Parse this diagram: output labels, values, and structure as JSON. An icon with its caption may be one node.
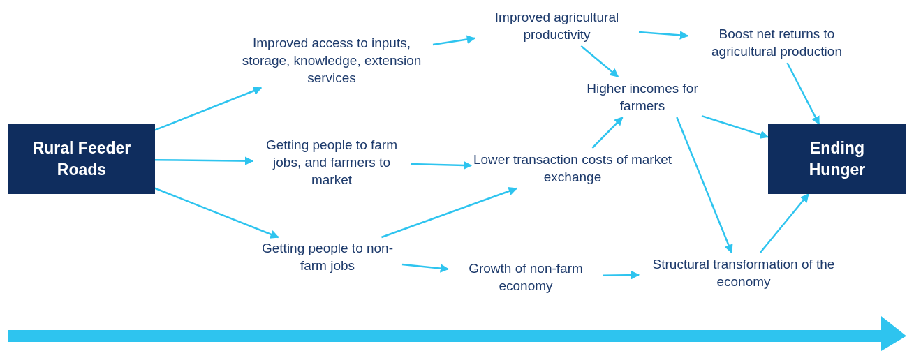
{
  "diagram": {
    "nodes": [
      {
        "text": [
          "Rural Feeder Roads"
        ]
      },
      {
        "text": [
          "Improved access to inputs, storage, knowledge, extension services"
        ]
      },
      {
        "text": [
          "Getting people to farm jobs, and farmers to market"
        ]
      },
      {
        "text": [
          "Getting people to non-farm jobs"
        ]
      },
      {
        "text": [
          "Improved agricultural productivity"
        ]
      },
      {
        "text": [
          "Boost net returns to agricultural production"
        ]
      },
      {
        "text": [
          "Higher incomes for farmers"
        ]
      },
      {
        "text": [
          "Lower transaction costs of market exchange"
        ]
      },
      {
        "text": [
          "Growth of non-farm economy"
        ]
      },
      {
        "text": [
          "Structural transformation of the economy"
        ]
      },
      {
        "text": [
          "Ending Hunger"
        ]
      }
    ],
    "edges": [
      {
        "from": 0,
        "to": 1,
        "arrow": "to"
      },
      {
        "from": 0,
        "to": 2,
        "arrow": "to"
      },
      {
        "from": 0,
        "to": 3,
        "arrow": "to"
      },
      {
        "from": 1,
        "to": 4,
        "arrow": "to"
      },
      {
        "from": 2,
        "to": 7,
        "arrow": "to"
      },
      {
        "from": 3,
        "to": 7,
        "arrow": "to"
      },
      {
        "from": 3,
        "to": 8,
        "arrow": "to"
      },
      {
        "from": 4,
        "to": 5,
        "arrow": "to"
      },
      {
        "from": 4,
        "to": 6,
        "arrow": "to"
      },
      {
        "from": 7,
        "to": 6,
        "arrow": "to"
      },
      {
        "from": 5,
        "to": 10,
        "arrow": "to"
      },
      {
        "from": 6,
        "to": 10,
        "arrow": "to"
      },
      {
        "from": 6,
        "to": 9,
        "arrow": "to"
      },
      {
        "from": 8,
        "to": 9,
        "arrow": "to"
      },
      {
        "from": 9,
        "to": 10,
        "arrow": "to"
      }
    ]
  }
}
